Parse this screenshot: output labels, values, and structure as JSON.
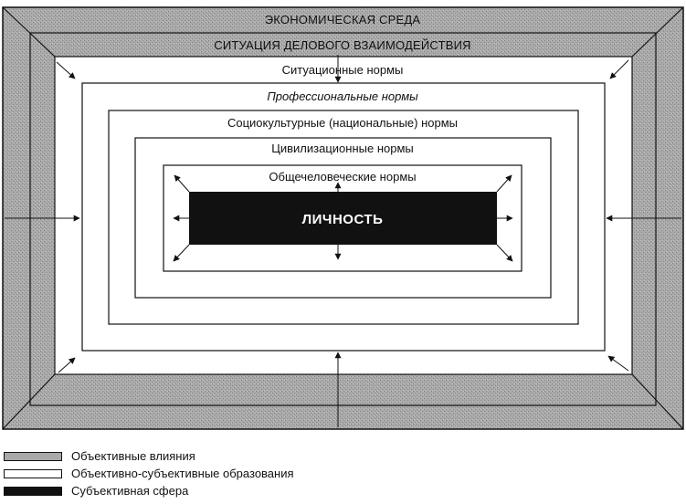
{
  "diagram": {
    "outer_band_label": "ЭКОНОМИЧЕСКАЯ СРЕДА",
    "inner_band_label": "СИТУАЦИЯ ДЕЛОВОГО ВЗАИМОДЕЙСТВИЯ",
    "ring_labels": {
      "situational": "Ситуационные нормы",
      "professional": "Профессиональные нормы",
      "sociocultural": "Социокультурные (национальные) нормы",
      "civilizational": "Цивилизационные нормы",
      "universal": "Общечеловеческие нормы"
    },
    "core_label": "ЛИЧНОСТЬ",
    "colors": {
      "objective": "#a9a9a9",
      "mixed": "#ffffff",
      "subjective": "#111111",
      "stroke": "#111111"
    }
  },
  "legend": {
    "items": [
      {
        "key": "objective",
        "label": "Объективные влияния"
      },
      {
        "key": "mixed",
        "label": "Объективно-субъективные образования"
      },
      {
        "key": "subjective",
        "label": "Субъективная сфера"
      }
    ]
  }
}
